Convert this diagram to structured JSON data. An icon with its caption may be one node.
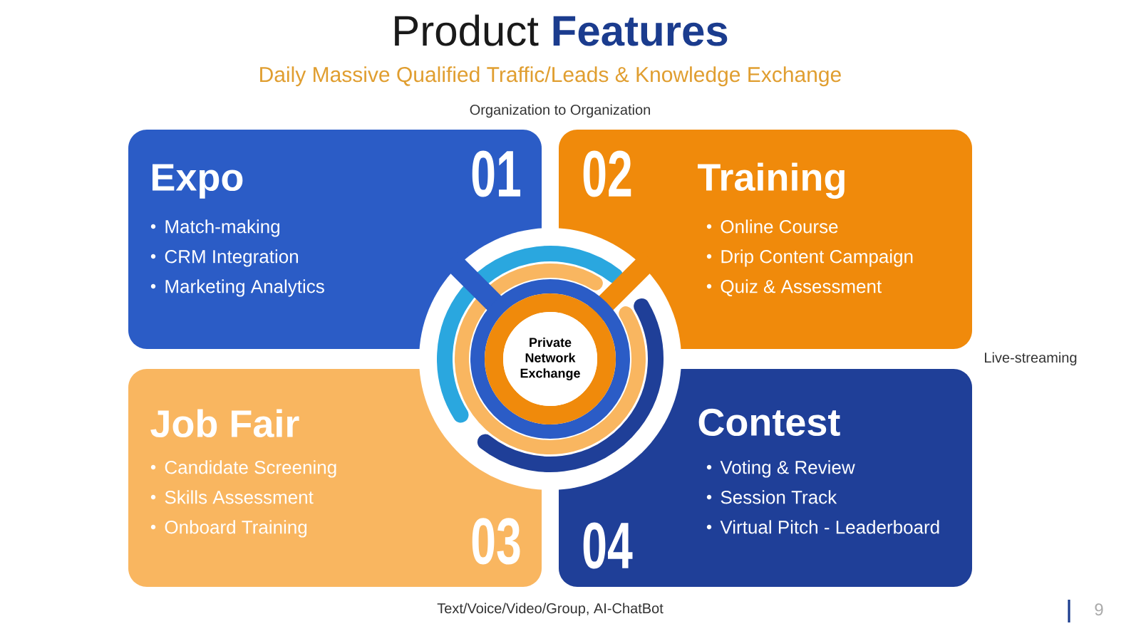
{
  "diagram": {
    "title": "Product **Features**",
    "nodes": [
      {
        "text": [
          "Expo",
          "01",
          "Match-making",
          "CRM Integration",
          "Marketing Analytics"
        ]
      },
      {
        "text": [
          "02",
          "Training",
          "Online Course",
          "Drip Content Campaign",
          "Quiz & Assessment"
        ]
      },
      {
        "text": [
          "Job Fair",
          "Candidate Screening",
          "Skills Assessment",
          "Onboard Training",
          "03"
        ]
      },
      {
        "text": [
          "Contest",
          "Voting & Review",
          "Session Track",
          "04",
          "Virtual Pitch - Leaderboard"
        ]
      },
      {
        "text": [
          "Private Network Exchange"
        ]
      }
    ],
    "labels": [
      "Daily Massive Qualified Traffic/Leads & Knowledge Exchange",
      "Organization to Organization",
      "Live-streaming",
      "Text/Voice/Video/Group, AI-ChatBot",
      "9"
    ]
  }
}
